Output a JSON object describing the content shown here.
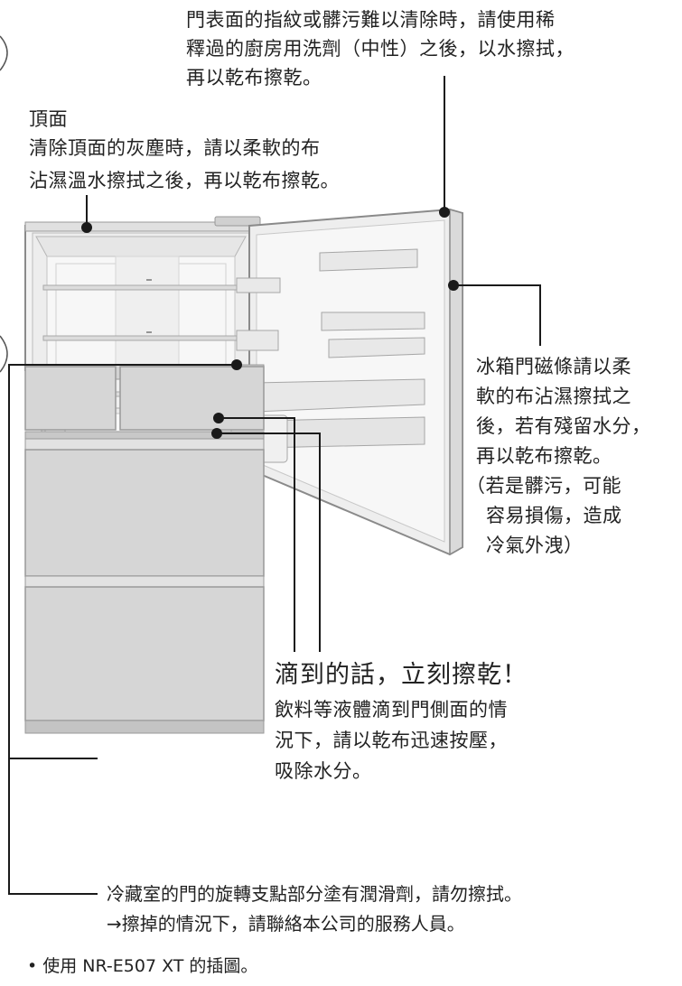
{
  "callouts": {
    "door_surface": {
      "lines": [
        "門表面的指紋或髒污難以清除時，請使用稀",
        "釋過的廚房用洗劑（中性）之後，以水擦拭，",
        "再以乾布擦乾。"
      ]
    },
    "top_surface": {
      "title": "頂面",
      "lines": [
        "清除頂面的灰塵時，請以柔軟的布",
        "沾濕溫水擦拭之後，再以乾布擦乾。"
      ]
    },
    "door_gasket": {
      "lines": [
        "冰箱門磁條請以柔",
        "軟的布沾濕擦拭之",
        "後，若有殘留水分，",
        "再以乾布擦乾。",
        "（若是髒污，可能",
        "容易損傷，造成",
        "冷氣外洩）"
      ]
    },
    "drips": {
      "heading": "滴到的話，立刻擦乾！",
      "lines": [
        "飲料等液體滴到門側面的情",
        "況下，請以乾布迅速按壓，",
        "吸除水分。"
      ]
    },
    "hinge": {
      "lines": [
        "冷藏室的門的旋轉支點部分塗有潤滑劑，請勿擦拭。",
        "→擦掉的情況下，請聯絡本公司的服務人員。"
      ]
    }
  },
  "footnote": "• 使用 NR-E507 XT 的插圖。",
  "colors": {
    "line": "#1a1a1a",
    "body_fill": "#d6d6d6",
    "interior_fill": "#f3f3f3",
    "door_fill": "#eeeeee",
    "edge": "#8a8a8a"
  }
}
